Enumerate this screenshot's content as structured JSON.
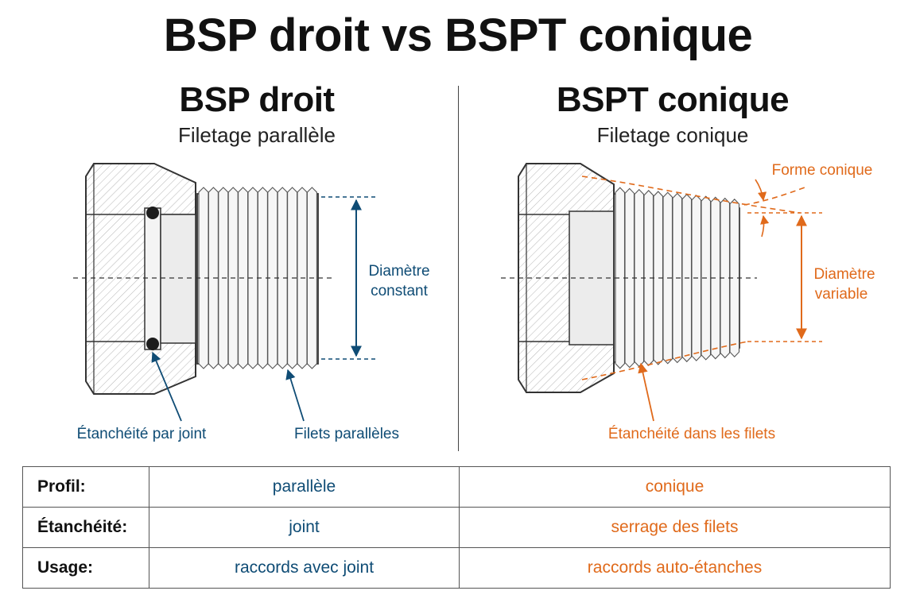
{
  "title": "BSP droit vs BSPT conique",
  "left": {
    "title": "BSP droit",
    "subtitle": "Filetage parallèle",
    "labels": {
      "diameter_line1": "Diamètre",
      "diameter_line2": "constant",
      "seal": "Étanchéité par joint",
      "threads": "Filets parallèles"
    }
  },
  "right": {
    "title": "BSPT conique",
    "subtitle": "Filetage conique",
    "labels": {
      "shape": "Forme conique",
      "diameter_line1": "Diamètre",
      "diameter_line2": "variable",
      "seal": "Étanchéité dans les filets"
    }
  },
  "colors": {
    "left_accent": "#0f4c75",
    "right_accent": "#e06a1b"
  },
  "table": {
    "rows": [
      {
        "label": "Profil:",
        "bsp": "parallèle",
        "bspt": "conique"
      },
      {
        "label": "Étanchéité:",
        "bsp": "joint",
        "bspt": "serrage des filets"
      },
      {
        "label": "Usage:",
        "bsp": "raccords avec joint",
        "bspt": "raccords auto-étanches"
      }
    ]
  }
}
